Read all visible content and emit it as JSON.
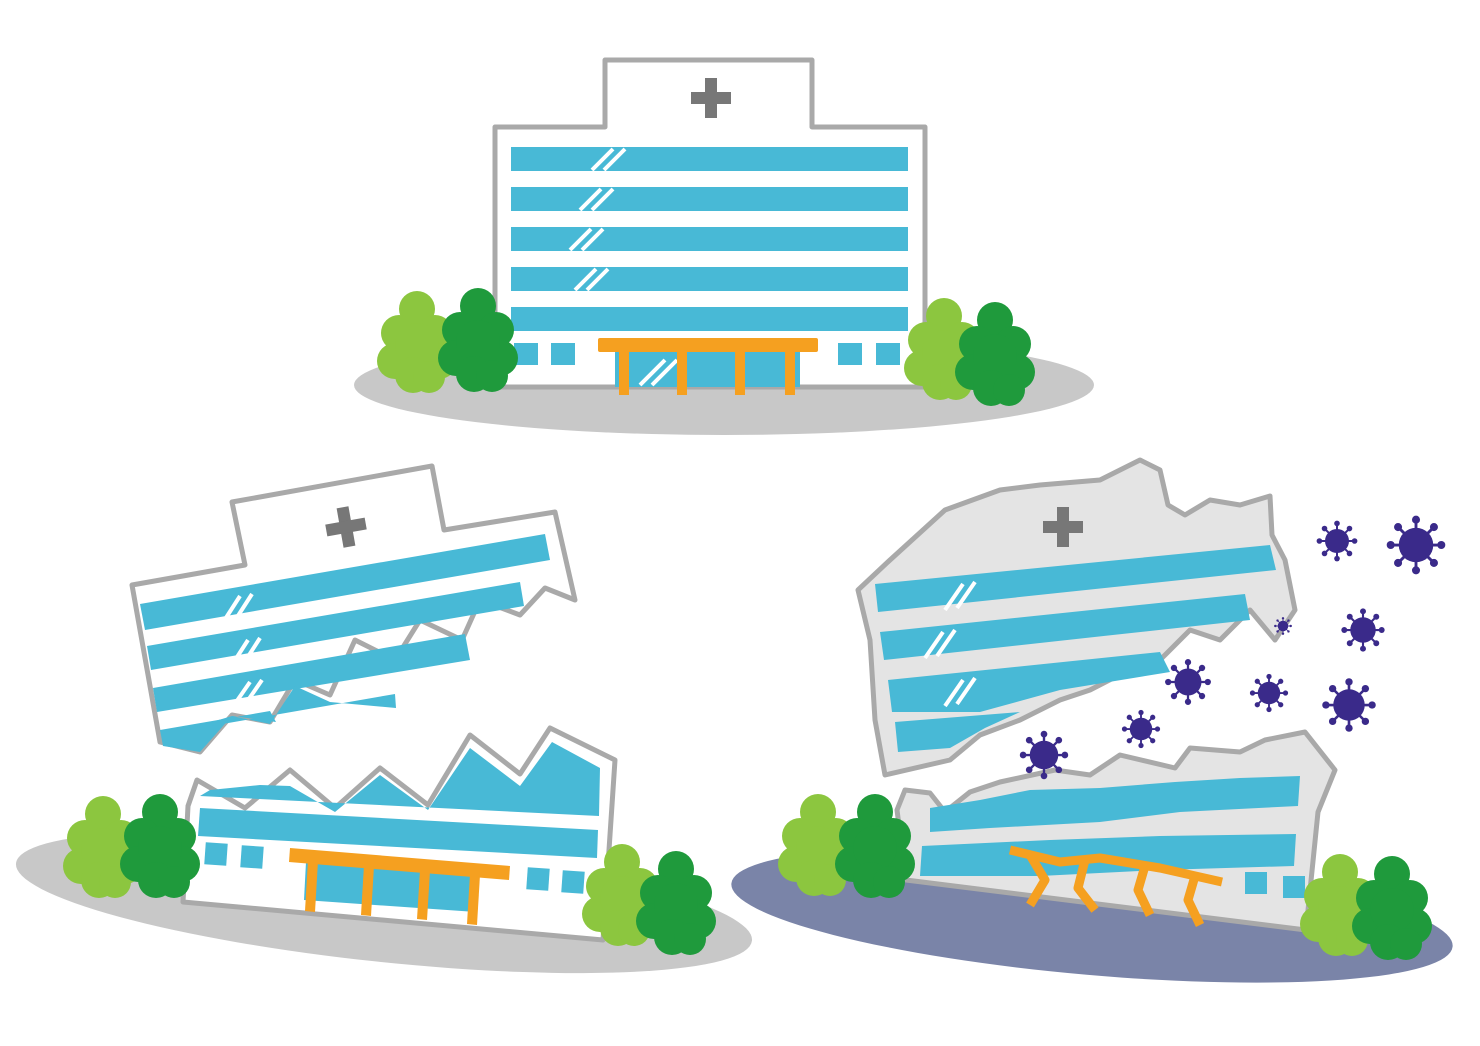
{
  "illustration": {
    "subject": "hospital-collapse-illustration",
    "scenes": [
      {
        "id": "intact-hospital",
        "state": "intact"
      },
      {
        "id": "broken-hospital",
        "state": "split"
      },
      {
        "id": "crumbling-hospital",
        "state": "crumbling-with-virus"
      }
    ]
  },
  "icons": [
    "medical-cross-icon",
    "virus-icon",
    "tree-icon"
  ],
  "colors": {
    "background": "#ffffff",
    "building_wall": "#ffffff",
    "building_outline": "#a9a9a9",
    "window_blue": "#48b9d6",
    "glass_highlight": "#ffffff",
    "entrance_canopy": "#f5a020",
    "cross": "#777777",
    "ground_gray": "#c8c8c8",
    "ground_dark": "#7a84a8",
    "ruin_wall": "#e4e4e4",
    "tree_light": "#8cc63f",
    "tree_dark": "#1f9a3c",
    "virus": "#3a2a8a"
  }
}
